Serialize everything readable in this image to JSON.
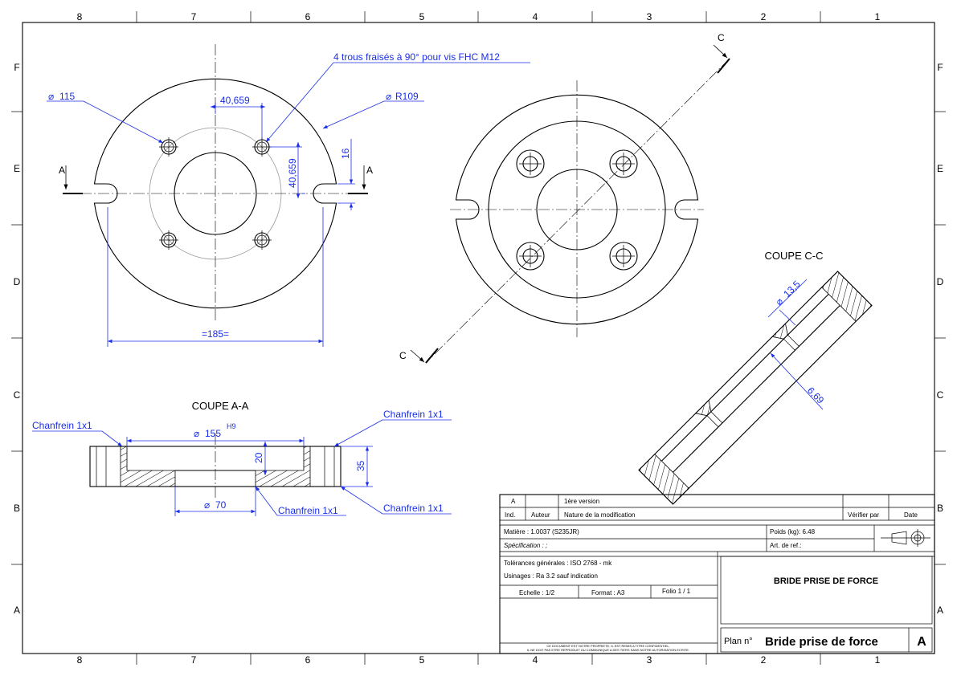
{
  "border": {
    "zones_cols": [
      "8",
      "7",
      "6",
      "5",
      "4",
      "3",
      "2",
      "1"
    ],
    "zones_rows": [
      "F",
      "E",
      "D",
      "C",
      "B",
      "A"
    ]
  },
  "view1": {
    "note_holes": "4 trous fraisés à 90° pour vis FHC M12",
    "dia_115": "115",
    "r_109": "R109",
    "dim_x": "40,659",
    "dim_y": "40,659",
    "dim_16": "16",
    "dim_185": "=185=",
    "section_label": "A"
  },
  "section_aa": {
    "title": "COUPE A-A",
    "chanfrein_tl": "Chanfrein 1x1",
    "chanfrein_tr": "Chanfrein 1x1",
    "chanfrein_bl": "Chanfrein 1x1",
    "chanfrein_br": "Chanfrein 1x1",
    "dia_155": "155",
    "tol_155": "H9",
    "dim_20": "20",
    "dim_35": "35",
    "dia_70": "70"
  },
  "view2": {
    "section_label": "C"
  },
  "section_cc": {
    "title": "COUPE C-C",
    "dia_13_5": "13,5",
    "dim_6_69": "6,69"
  },
  "cartouche": {
    "rev_ind": "A",
    "rev_text": "1ère version",
    "h_ind": "Ind.",
    "h_auteur": "Auteur",
    "h_nature": "Nature de la modification",
    "h_verif": "Vérifier par",
    "h_date": "Date",
    "matiere": "Matière : 1.0037 (S235JR)",
    "poids": "Poids (kg): 6.48",
    "specification": "Spécification : ;",
    "art_ref": "Art. de ref.:",
    "tolerances": "Tolérances générales : ISO 2768 - mk",
    "usinages": "Usinages : Ra 3.2 sauf indication",
    "echelle": "Echelle : 1/2",
    "format": "Format : A3",
    "folio": "Folio 1 / 1",
    "title": "BRIDE PRISE DE FORCE",
    "plan_label": "Plan n°",
    "plan_name": "Bride prise de force",
    "plan_rev": "A",
    "legal_1": "CE DOCUMENT EST NOTRE PROPRIETE, IL EST REMIS A TITRE CONFIDENTIEL.",
    "legal_2": "IL NE DOIT PAS ETRE REPRODUIT OU COMMUNIQUE A DES TIERS SANS NOTRE AUTORISATION ECRITE."
  }
}
